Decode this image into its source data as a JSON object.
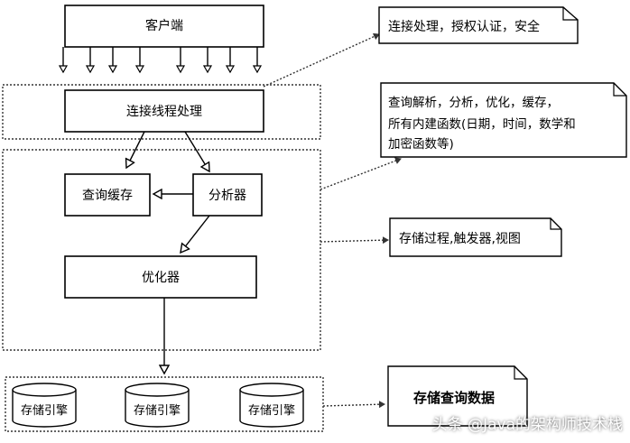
{
  "diagram": {
    "client": "客户端",
    "connection_thread": "连接线程处理",
    "query_cache": "查询缓存",
    "analyzer": "分析器",
    "optimizer": "优化器",
    "storage_engines": [
      "存储引擎",
      "存储引擎",
      "存储引擎"
    ]
  },
  "notes": {
    "connection": "连接处理，授权认证，安全",
    "parsing": [
      "查询解析，分析，优化，缓存，",
      "所有内建函数(日期，时间，数学和",
      "加密函数等)"
    ],
    "procedures": "存储过程,触发器,视图",
    "storage": "存储查询数据"
  },
  "watermark": "头条 @Java的架构师技术栈"
}
